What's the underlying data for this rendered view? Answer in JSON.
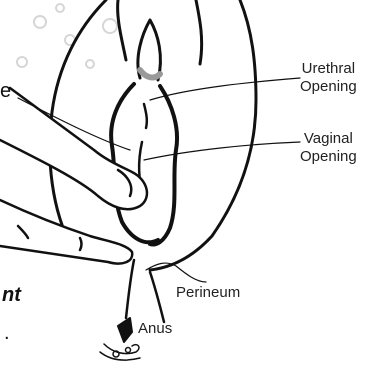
{
  "labels": {
    "urethral_line1": "Urethral",
    "urethral_line2": "Opening",
    "vaginal_line1": "Vaginal",
    "vaginal_line2": "Opening",
    "perineum": "Perineum",
    "anus": "Anus"
  },
  "cropped_text": {
    "left_top": "e",
    "left_bold": "nt",
    "left_bottom": "."
  }
}
